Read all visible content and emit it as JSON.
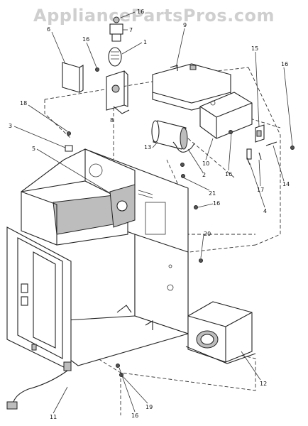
{
  "watermark": "AppliancePartsPros.com",
  "callouts": [
    {
      "id": "c1",
      "text": "16"
    },
    {
      "id": "c2",
      "text": "7"
    },
    {
      "id": "c3",
      "text": "1"
    },
    {
      "id": "c4",
      "text": "6"
    },
    {
      "id": "c5",
      "text": "16"
    },
    {
      "id": "c6",
      "text": "8"
    },
    {
      "id": "c7",
      "text": "9"
    },
    {
      "id": "c8",
      "text": "15"
    },
    {
      "id": "c9",
      "text": "16"
    },
    {
      "id": "c10",
      "text": "18"
    },
    {
      "id": "c11",
      "text": "3"
    },
    {
      "id": "c12",
      "text": "5"
    },
    {
      "id": "c13",
      "text": "13"
    },
    {
      "id": "c14",
      "text": "10"
    },
    {
      "id": "c15",
      "text": "16"
    },
    {
      "id": "c16",
      "text": "2"
    },
    {
      "id": "c17",
      "text": "14"
    },
    {
      "id": "c18",
      "text": "17"
    },
    {
      "id": "c19",
      "text": "21"
    },
    {
      "id": "c20",
      "text": "4"
    },
    {
      "id": "c21",
      "text": "16"
    },
    {
      "id": "c22",
      "text": "20"
    },
    {
      "id": "c23",
      "text": "12"
    },
    {
      "id": "c24",
      "text": "11"
    },
    {
      "id": "c25",
      "text": "16"
    },
    {
      "id": "c26",
      "text": "19"
    }
  ]
}
